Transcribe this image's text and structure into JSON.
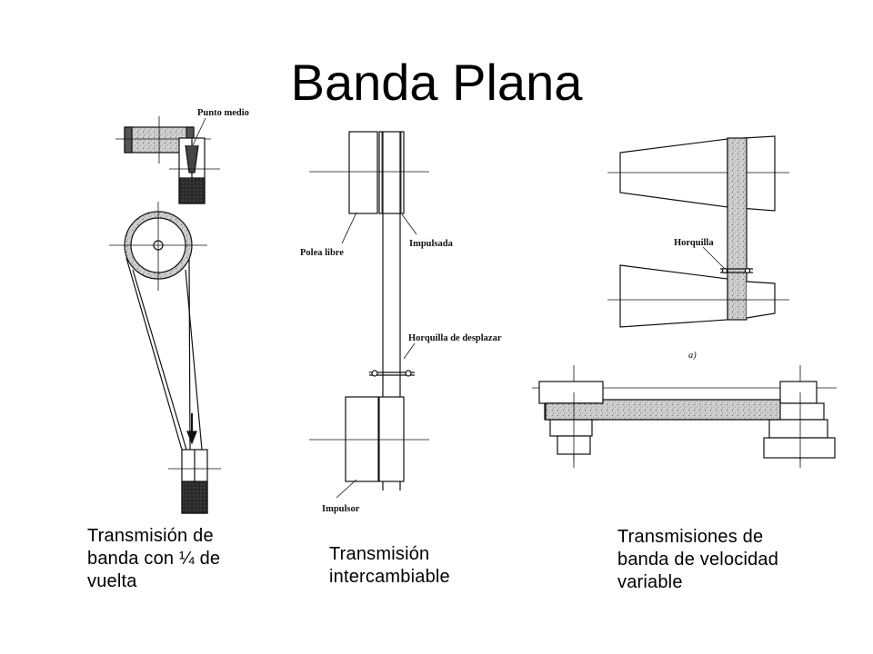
{
  "slide": {
    "title": "Banda Plana",
    "figures": [
      {
        "caption": "Transmisión de\nbanda con ¼ de\nvuelta",
        "labels": {
          "punto_medio": "Punto medio"
        }
      },
      {
        "caption": "Transmisión\nintercambiable",
        "labels": {
          "polea_libre": "Polea libre",
          "impulsada": "Impulsada",
          "horquilla_desplazar": "Horquilla de desplazar",
          "impulsor": "Impulsor"
        }
      },
      {
        "caption": "Transmisiones de\nbanda de velocidad\nvariable",
        "labels": {
          "horquilla": "Horquilla",
          "sub_a": "a)"
        }
      }
    ]
  }
}
